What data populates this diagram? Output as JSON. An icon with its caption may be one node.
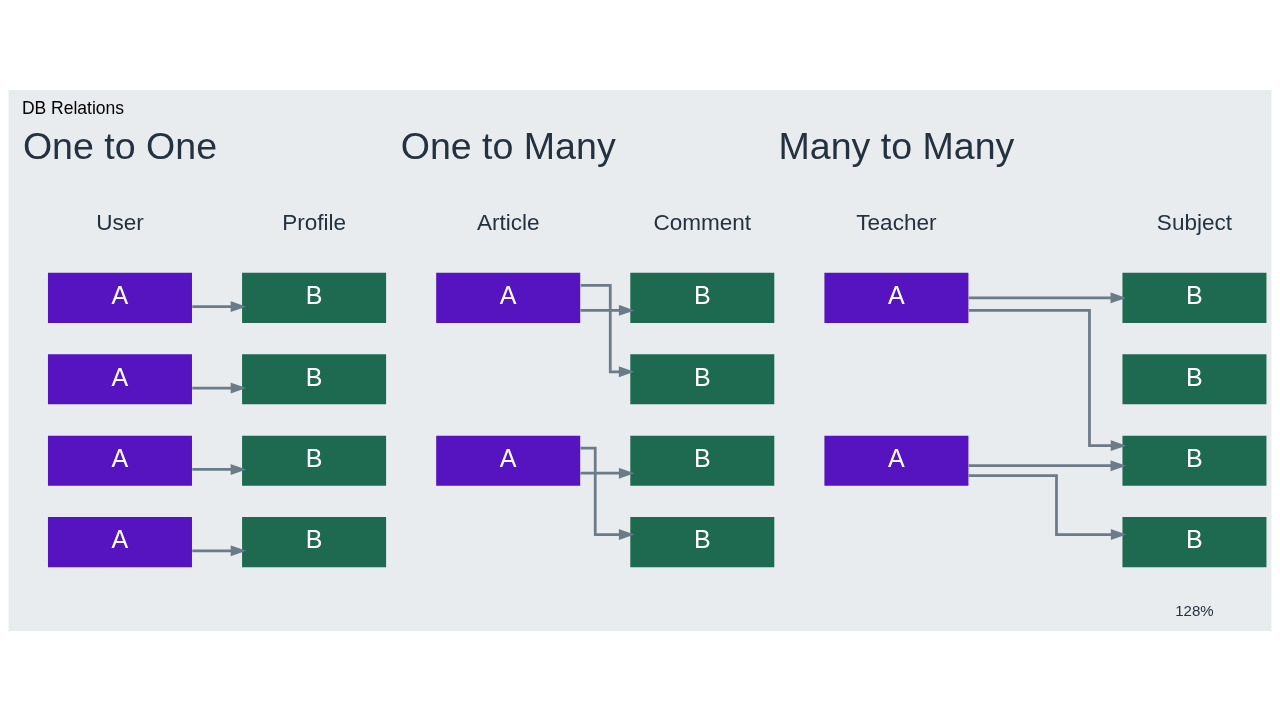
{
  "diagram": {
    "title": "DB Relations",
    "nodes": [
      {
        "text": [
          "A"
        ]
      },
      {
        "text": [
          "B"
        ]
      },
      {
        "text": [
          "A"
        ]
      },
      {
        "text": [
          "B"
        ]
      },
      {
        "text": [
          "A"
        ]
      },
      {
        "text": [
          "B"
        ]
      },
      {
        "text": [
          "A"
        ]
      },
      {
        "text": [
          "B"
        ]
      },
      {
        "text": [
          "A"
        ]
      },
      {
        "text": [
          "B"
        ]
      },
      {
        "text": [
          "B"
        ]
      },
      {
        "text": [
          "A"
        ]
      },
      {
        "text": [
          "B"
        ]
      },
      {
        "text": [
          "B"
        ]
      },
      {
        "text": [
          "A"
        ]
      },
      {
        "text": [
          "B"
        ]
      },
      {
        "text": [
          "B"
        ]
      },
      {
        "text": [
          "A"
        ]
      },
      {
        "text": [
          "B"
        ]
      },
      {
        "text": [
          "B"
        ]
      }
    ],
    "edges": [
      {
        "from": 0,
        "to": 1,
        "arrow": "to"
      },
      {
        "from": 2,
        "to": 3,
        "arrow": "to"
      },
      {
        "from": 4,
        "to": 5,
        "arrow": "to"
      },
      {
        "from": 6,
        "to": 7,
        "arrow": "to"
      },
      {
        "from": 8,
        "to": 9,
        "arrow": "to"
      },
      {
        "from": 8,
        "to": 10,
        "arrow": "to"
      },
      {
        "from": 11,
        "to": 12,
        "arrow": "to"
      },
      {
        "from": 11,
        "to": 13,
        "arrow": "to"
      },
      {
        "from": 14,
        "to": 15,
        "arrow": "to"
      },
      {
        "from": 14,
        "to": 18,
        "arrow": "to"
      },
      {
        "from": 17,
        "to": 18,
        "arrow": "to"
      },
      {
        "from": 17,
        "to": 19,
        "arrow": "to"
      }
    ],
    "labels": [
      "One to One",
      "User",
      "Profile",
      "One to Many",
      "Article",
      "Comment",
      "Many to Many",
      "Teacher",
      "Subject",
      "128%"
    ]
  }
}
